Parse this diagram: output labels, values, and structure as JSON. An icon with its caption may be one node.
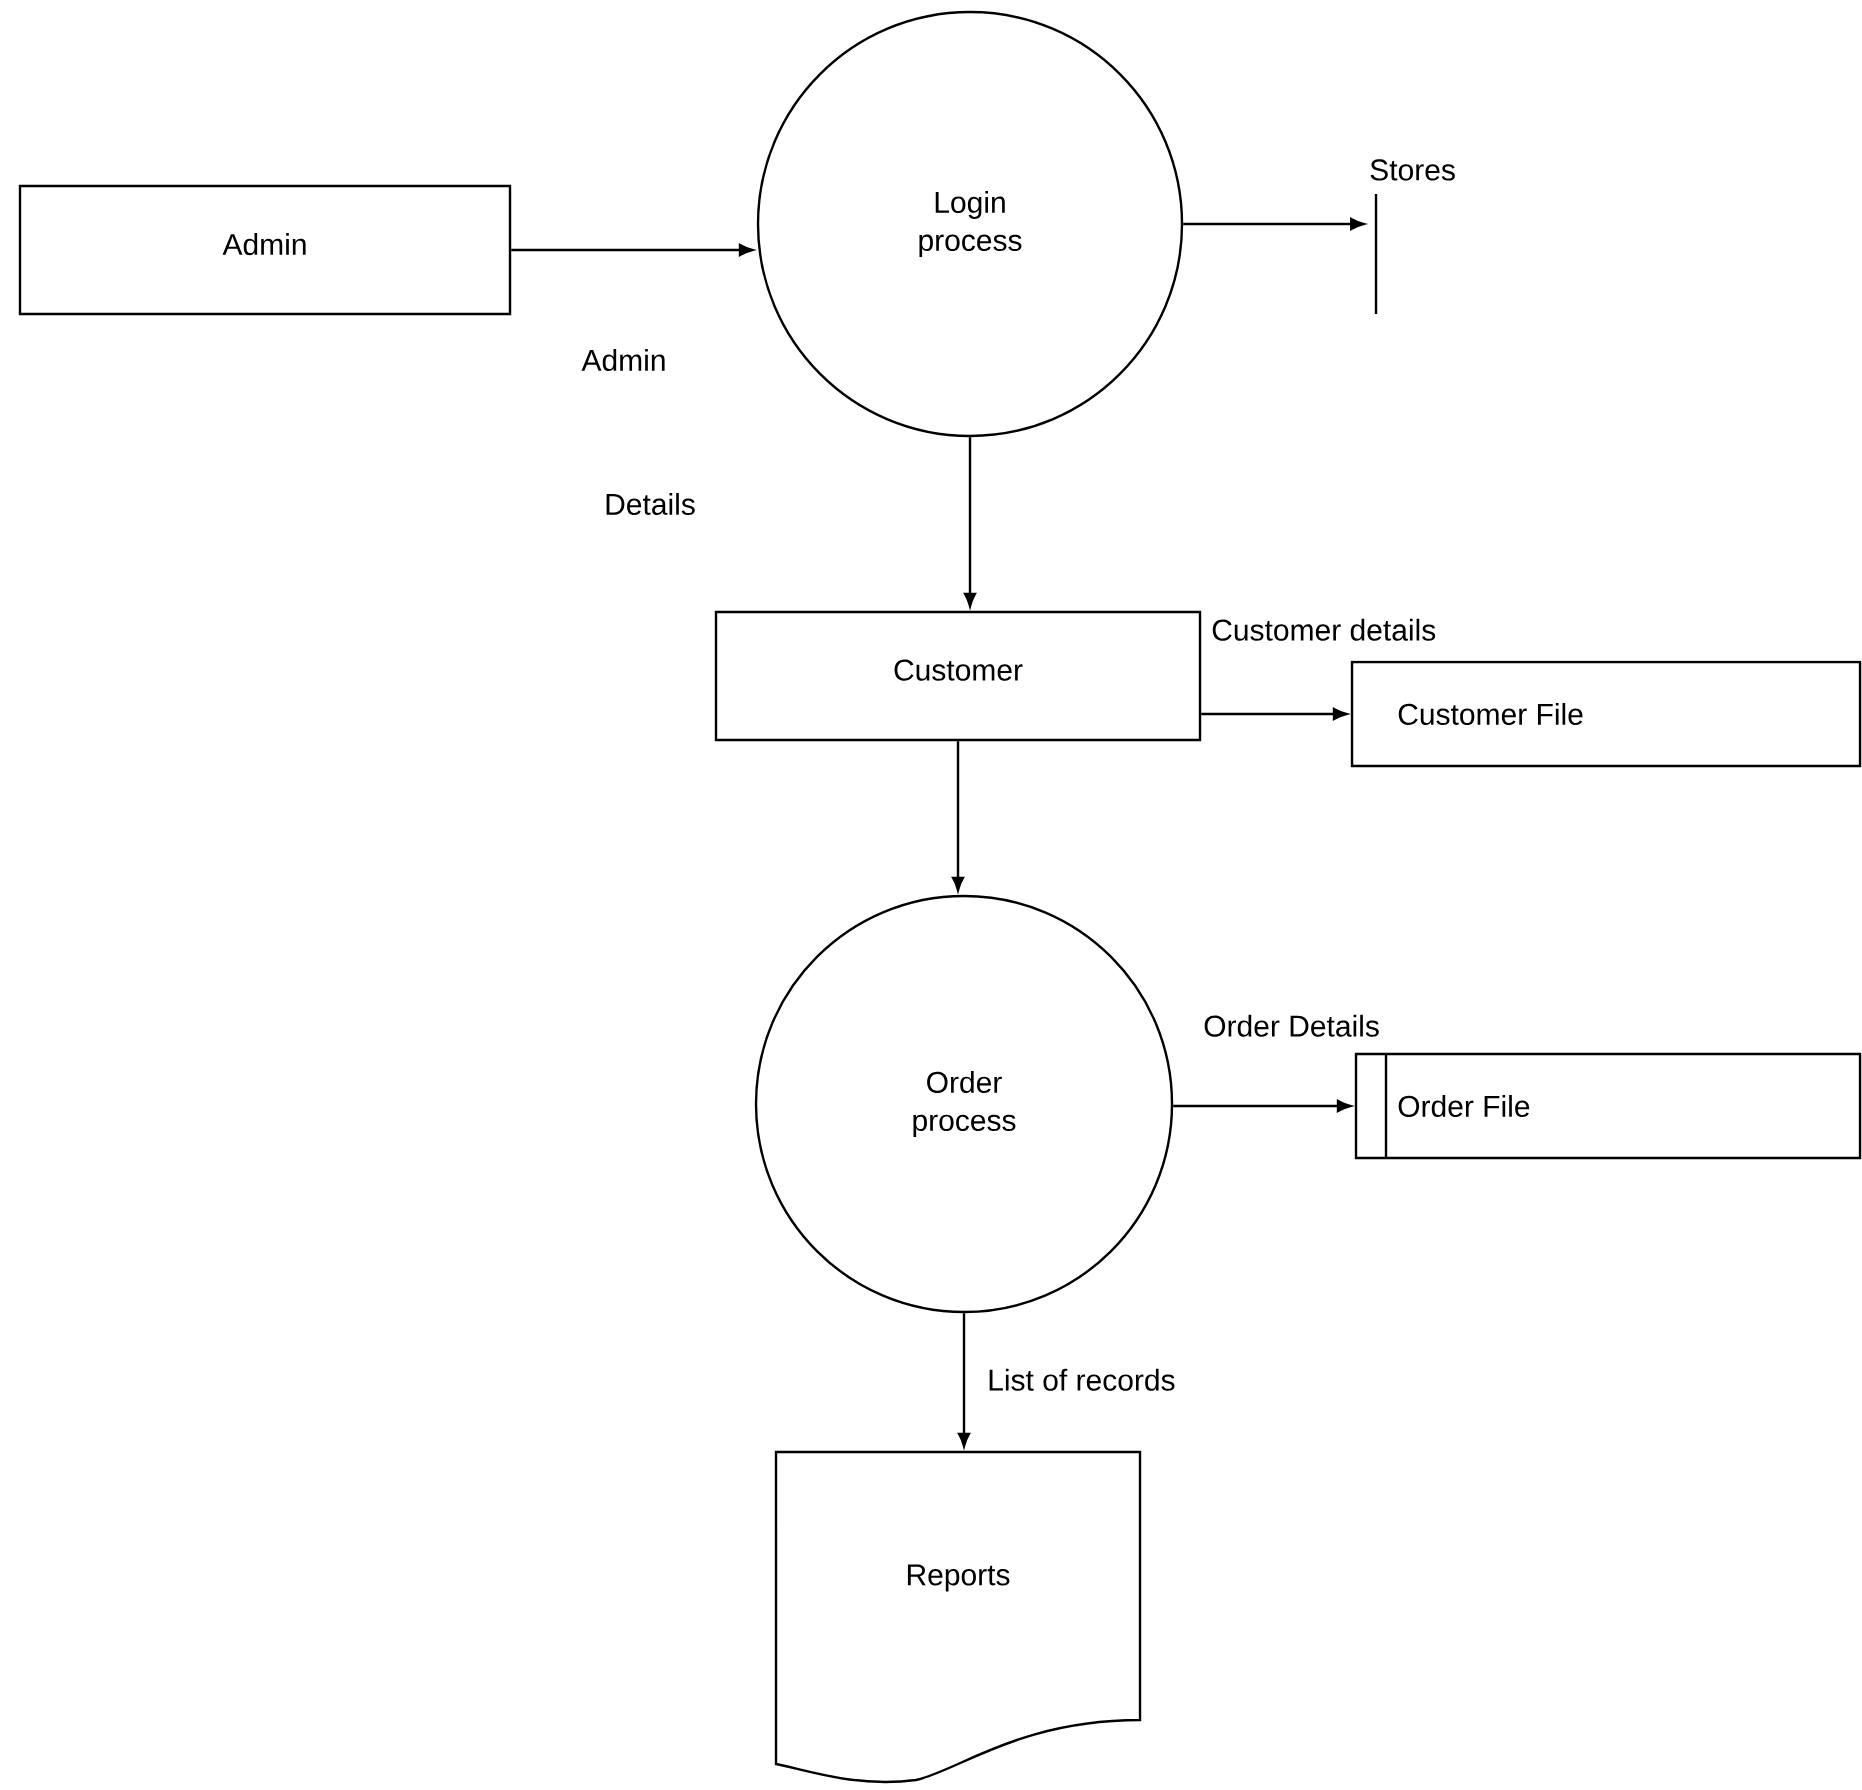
{
  "diagram": {
    "nodes": [
      {
        "text": [
          "Admin"
        ]
      },
      {
        "text": [
          "Login process"
        ]
      },
      {
        "text": [
          "Stores"
        ]
      },
      {
        "text": [
          "Customer"
        ]
      },
      {
        "text": [
          "Customer File"
        ]
      },
      {
        "text": [
          "Order process"
        ]
      },
      {
        "text": [
          "Order File"
        ]
      },
      {
        "text": [
          "Reports"
        ]
      }
    ],
    "edges": [
      {
        "from": 0,
        "to": 1,
        "arrow": "to"
      },
      {
        "from": 1,
        "to": 2,
        "arrow": "to"
      },
      {
        "from": 1,
        "to": 3,
        "arrow": "to"
      },
      {
        "from": 3,
        "to": 4,
        "arrow": "to",
        "label": "Customer details"
      },
      {
        "from": 3,
        "to": 5,
        "arrow": "to"
      },
      {
        "from": 5,
        "to": 6,
        "arrow": "to",
        "label": "Order Details"
      },
      {
        "from": 5,
        "to": 7,
        "arrow": "to",
        "label": "List of records"
      }
    ],
    "labels": [
      "Admin",
      "Details"
    ]
  }
}
